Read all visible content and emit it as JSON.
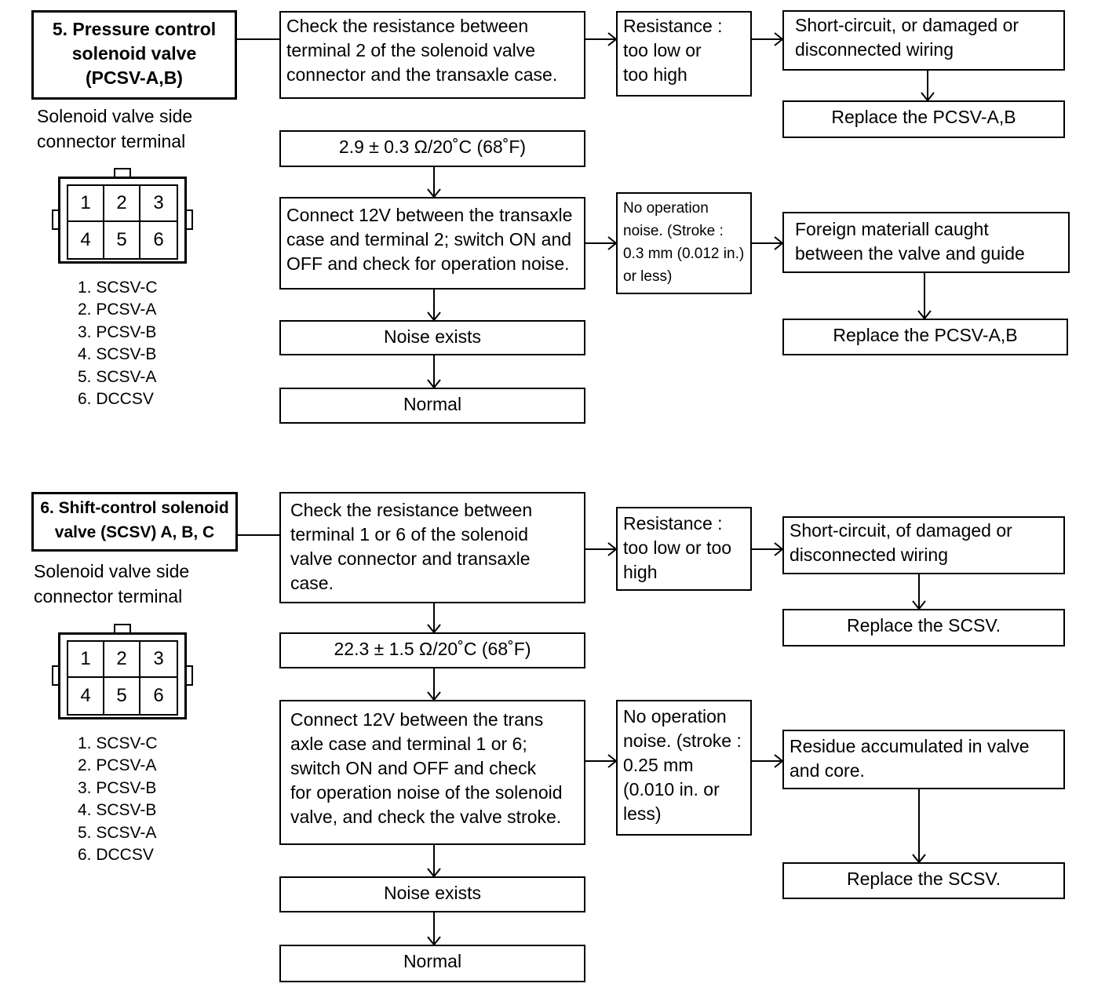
{
  "section5": {
    "title": "5. Pressure control\nsolenoid valve\n(PCSV-A,B)",
    "connector_caption": "Solenoid valve side\nconnector terminal",
    "terminals": [
      "1",
      "2",
      "3",
      "4",
      "5",
      "6"
    ],
    "pin_list": [
      "1. SCSV-C",
      "2. PCSV-A",
      "3. PCSV-B",
      "4. SCSV-B",
      "5. SCSV-A",
      "6. DCCSV"
    ],
    "step1": "Check the resistance between\nterminal 2 of the solenoid valve\nconnector and the transaxle case.",
    "spec": "2.9 ± 0.3 Ω/20˚C (68˚F)",
    "step2": "Connect 12V between the transaxle\ncase and terminal 2; switch ON and\nOFF and check for operation noise.",
    "noise": "Noise exists",
    "normal": "Normal",
    "resistance_bad": "Resistance :\ntoo low or\ntoo high",
    "cause1": "Short-circuit, or damaged or\ndisconnected wiring",
    "fix1": "Replace the PCSV-A,B",
    "no_noise": "No operation\nnoise. (Stroke :\n0.3 mm (0.012 in.)\nor less)",
    "cause2": "Foreign materiall caught\nbetween the valve and guide",
    "fix2": "Replace the PCSV-A,B"
  },
  "section6": {
    "title": "6. Shift-control solenoid\nvalve (SCSV) A, B, C",
    "connector_caption": "Solenoid valve side\nconnector terminal",
    "terminals": [
      "1",
      "2",
      "3",
      "4",
      "5",
      "6"
    ],
    "pin_list": [
      "1. SCSV-C",
      "2. PCSV-A",
      "3. PCSV-B",
      "4. SCSV-B",
      "5. SCSV-A",
      "6. DCCSV"
    ],
    "step1": "Check the resistance between\nterminal 1 or 6 of the solenoid\nvalve connector and transaxle\ncase.",
    "spec": "22.3 ± 1.5 Ω/20˚C (68˚F)",
    "step2": "Connect 12V between the trans\naxle case and terminal 1 or 6;\nswitch ON and OFF and check\nfor operation noise of the solenoid\nvalve, and check the valve stroke.",
    "noise": "Noise exists",
    "normal": "Normal",
    "resistance_bad": "Resistance :\ntoo low or too\nhigh",
    "cause1": "Short-circuit, of damaged or\ndisconnected wiring",
    "fix1": "Replace the SCSV.",
    "no_noise": "No operation\nnoise. (stroke :\n0.25 mm\n(0.010 in. or\nless)",
    "cause2": "Residue accumulated in valve\nand core.",
    "fix2": "Replace the SCSV."
  }
}
